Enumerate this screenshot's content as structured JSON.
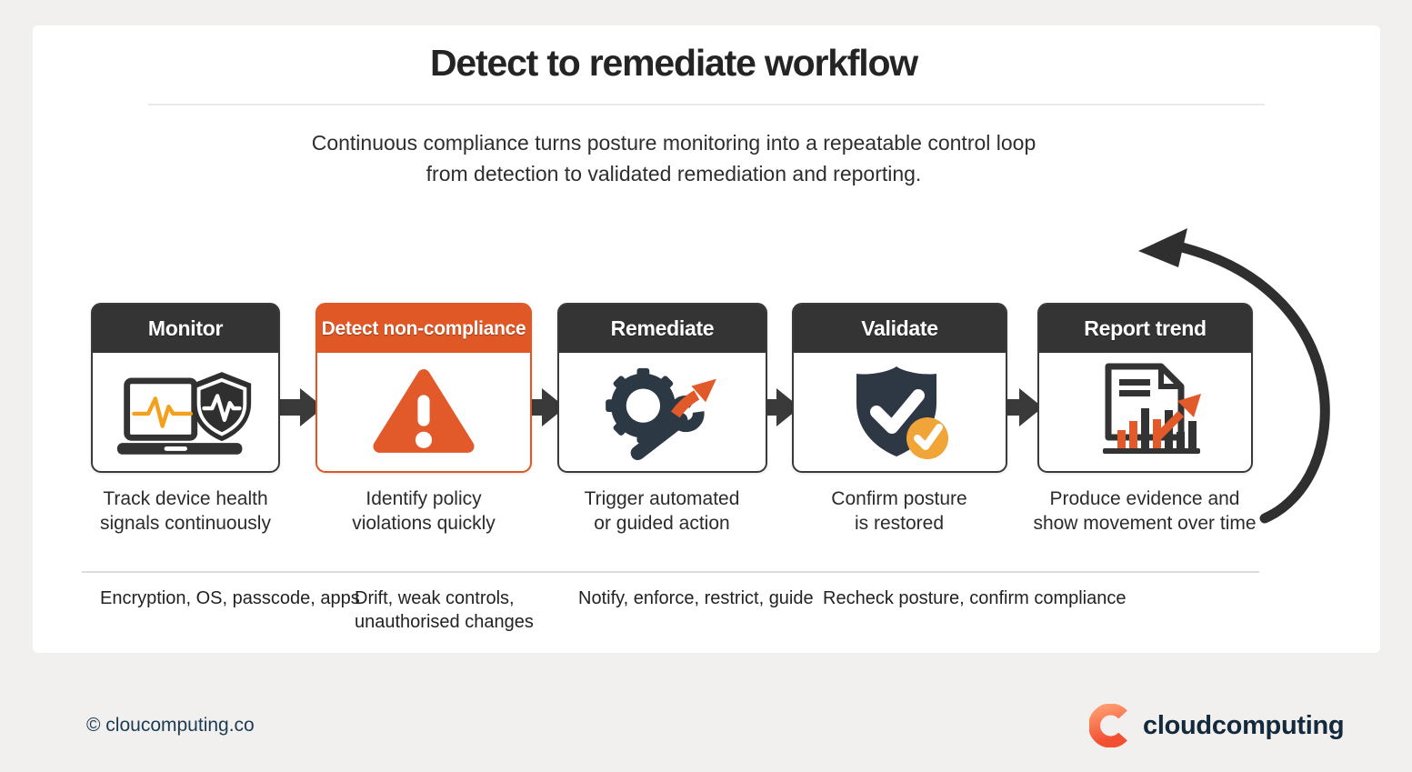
{
  "header": {
    "title": "Detect to remediate workflow",
    "subtitle_line1": "Continuous compliance turns posture monitoring into a repeatable control loop",
    "subtitle_line2": "from detection to validated remediation and reporting."
  },
  "steps": [
    {
      "label": "Monitor",
      "icon": "laptop-shield-icon",
      "accent_color": "#343434",
      "caption_line1": "Track device health",
      "caption_line2": "signals continuously"
    },
    {
      "label": "Detect non-compliance",
      "icon": "warning-triangle-icon",
      "accent_color": "#df5826",
      "caption_line1": "Identify policy",
      "caption_line2": "violations quickly"
    },
    {
      "label": "Remediate",
      "icon": "gear-wrench-icon",
      "accent_color": "#343434",
      "caption_line1": "Trigger automated",
      "caption_line2": "or guided action"
    },
    {
      "label": "Validate",
      "icon": "shield-check-icon",
      "accent_color": "#343434",
      "caption_line1": "Confirm posture",
      "caption_line2": "is restored"
    },
    {
      "label": "Report trend",
      "icon": "report-chart-icon",
      "accent_color": "#343434",
      "caption_line1": "Produce evidence and",
      "caption_line2": "show movement over time"
    }
  ],
  "details": [
    {
      "line1": "Encryption, OS, passcode, apps",
      "line2": ""
    },
    {
      "line1": "Drift, weak controls,",
      "line2": "unauthorised changes"
    },
    {
      "line1": "Notify, enforce, restrict, guide",
      "line2": ""
    },
    {
      "line1": "Recheck posture, confirm compliance",
      "line2": ""
    }
  ],
  "footer": {
    "copyright": "© cloucomputing.co",
    "brand": "cloudcomputing"
  },
  "colors": {
    "charcoal": "#343434",
    "arrow_dark": "#3a3a3a",
    "orange": "#df5826",
    "slate": "#2e3744",
    "amber": "#f1a437",
    "ecg_amber": "#f3a01c",
    "navy": "#13293c",
    "logo_coral": "#f4684a"
  }
}
